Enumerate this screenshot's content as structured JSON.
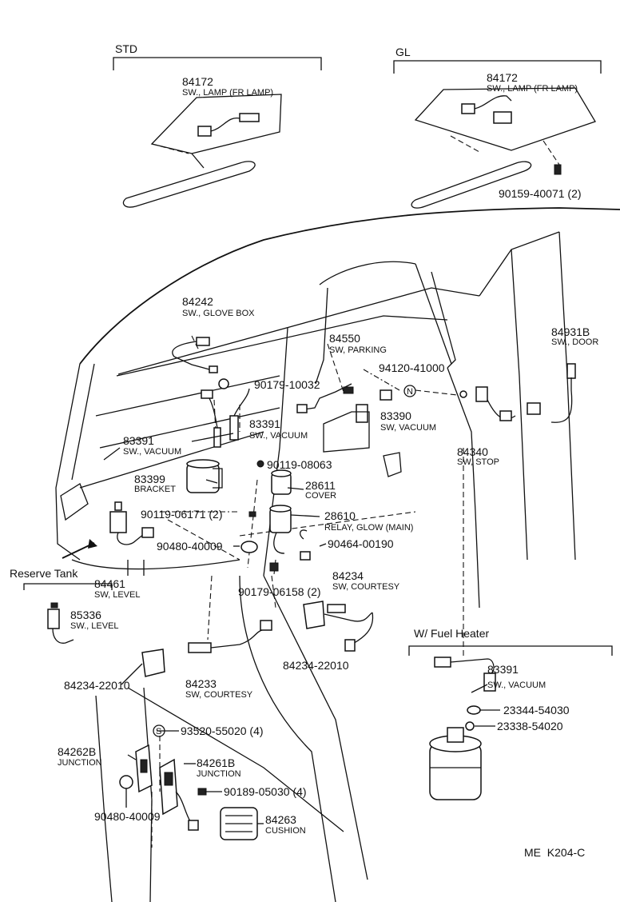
{
  "sections": {
    "std": "STD",
    "gl": "GL",
    "reserve_tank": "Reserve Tank",
    "fuel_heater": "W/ Fuel Heater"
  },
  "parts": {
    "p84172_std": {
      "num": "84172",
      "desc": "SW., LAMP (FR LAMP)"
    },
    "p84172_gl": {
      "num": "84172",
      "desc": "SW., LAMP (FR LAMP)"
    },
    "p90159": {
      "num": "90159-40071 (2)"
    },
    "p84242": {
      "num": "84242",
      "desc": "SW., GLOVE BOX"
    },
    "p84550": {
      "num": "84550",
      "desc": "SW, PARKING"
    },
    "p94120": {
      "num": "94120-41000"
    },
    "p84931": {
      "num": "84931B",
      "desc": "SW., DOOR"
    },
    "p90179_10032": {
      "num": "90179-10032"
    },
    "p83391_center": {
      "num": "83391",
      "desc": "SW., VACUUM"
    },
    "p83390": {
      "num": "83390",
      "desc": "SW, VACUUM"
    },
    "p83391_left": {
      "num": "83391",
      "desc": "SW., VACUUM"
    },
    "p90119_08063": {
      "num": "90119-08063"
    },
    "p84340": {
      "num": "84340",
      "desc": "SW, STOP"
    },
    "p83399": {
      "num": "83399",
      "desc": "BRACKET"
    },
    "p28611": {
      "num": "28611",
      "desc": "COVER"
    },
    "p90119_06171": {
      "num": "90119-06171 (2)"
    },
    "p28610": {
      "num": "28610",
      "desc": "RELAY, GLOW (MAIN)"
    },
    "p90480_top": {
      "num": "90480-40009"
    },
    "p90464": {
      "num": "90464-00190"
    },
    "p84461": {
      "num": "84461",
      "desc": "SW, LEVEL"
    },
    "p84234": {
      "num": "84234",
      "desc": "SW, COURTESY"
    },
    "p90179_06158": {
      "num": "90179-06158 (2)"
    },
    "p85336": {
      "num": "85336",
      "desc": "SW., LEVEL"
    },
    "p84234_22010_left": {
      "num": "84234-22010"
    },
    "p84233": {
      "num": "84233",
      "desc": "SW, COURTESY"
    },
    "p84234_22010_mid": {
      "num": "84234-22010"
    },
    "p83391_heater": {
      "num": "83391",
      "desc": "SW., VACUUM"
    },
    "p23344": {
      "num": "23344-54030"
    },
    "p23338": {
      "num": "23338-54020"
    },
    "p93520": {
      "num": "93520-55020 (4)",
      "symbol": "S"
    },
    "p84262": {
      "num": "84262B",
      "desc": "JUNCTION"
    },
    "p84261": {
      "num": "84261B",
      "desc": "JUNCTION"
    },
    "p90189": {
      "num": "90189-05030 (4)"
    },
    "p90480_bottom": {
      "num": "90480-40009"
    },
    "p84263": {
      "num": "84263",
      "desc": "CUSHION"
    }
  },
  "markers": {
    "n_marker": "N"
  },
  "footer": {
    "code": "ME  K204-C"
  }
}
